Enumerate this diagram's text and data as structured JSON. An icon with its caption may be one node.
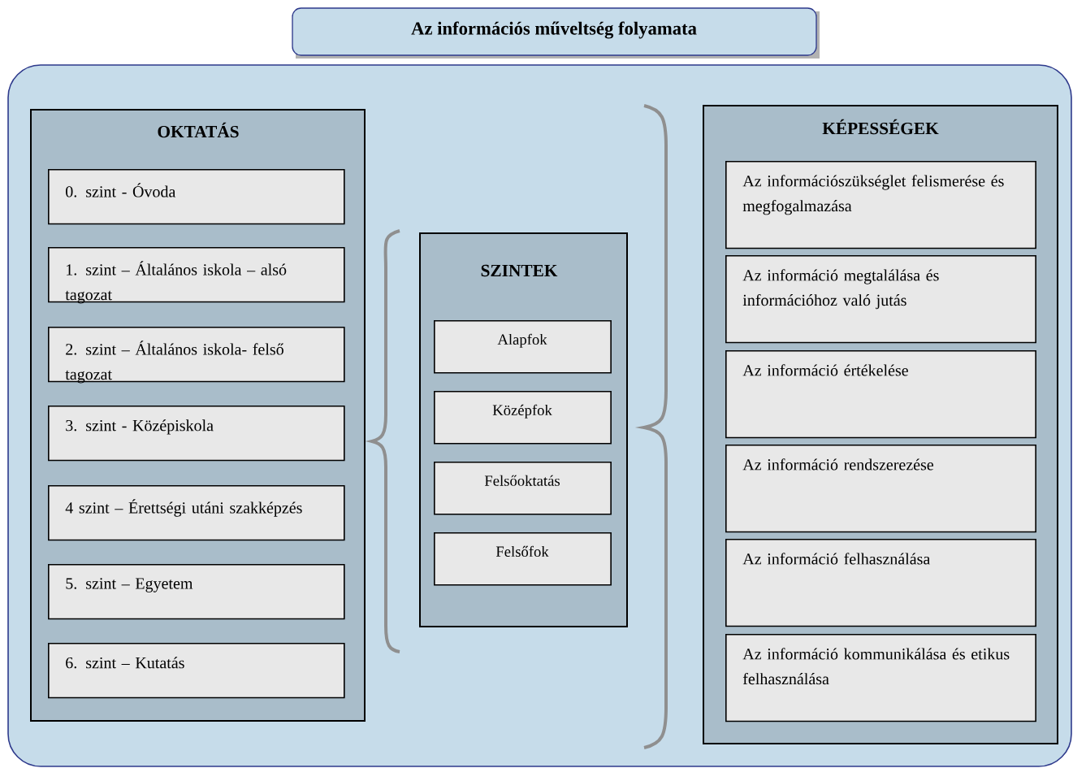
{
  "diagram": {
    "title": "Az információs műveltség folyamata",
    "nodes": [
      {
        "text": [
          "OKTATÁS"
        ]
      },
      {
        "text": [
          "0. szint - Óvoda"
        ],
        "in": 0
      },
      {
        "text": [
          "1. szint – Általános iskola – alsó tagozat"
        ],
        "in": 0
      },
      {
        "text": [
          "2. szint – Általános iskola- felső tagozat"
        ],
        "in": 0
      },
      {
        "text": [
          "3. szint - Középiskola"
        ],
        "in": 0
      },
      {
        "text": [
          "4 szint – Érettségi utáni szakképzés"
        ],
        "in": 0
      },
      {
        "text": [
          "5. szint – Egyetem"
        ],
        "in": 0
      },
      {
        "text": [
          "6. szint – Kutatás"
        ],
        "in": 0
      },
      {
        "text": [
          "SZINTEK"
        ]
      },
      {
        "text": [
          "Alapfok"
        ],
        "in": 8
      },
      {
        "text": [
          "Középfok"
        ],
        "in": 8
      },
      {
        "text": [
          "Felsőoktatás"
        ],
        "in": 8
      },
      {
        "text": [
          "Felsőfok"
        ],
        "in": 8
      },
      {
        "text": [
          "KÉPESSÉGEK"
        ]
      },
      {
        "text": [
          "Az információszükséglet felismerése és megfogalmazása"
        ],
        "in": 13
      },
      {
        "text": [
          "Az információ megtalálása és információhoz való jutás"
        ],
        "in": 13
      },
      {
        "text": [
          "Az információ értékelése"
        ],
        "in": 13
      },
      {
        "text": [
          "Az információ rendszerezése"
        ],
        "in": 13
      },
      {
        "text": [
          "Az információ felhasználása"
        ],
        "in": 13
      },
      {
        "text": [
          "Az információ kommunikálása és etikus felhasználása"
        ],
        "in": 13
      }
    ]
  }
}
